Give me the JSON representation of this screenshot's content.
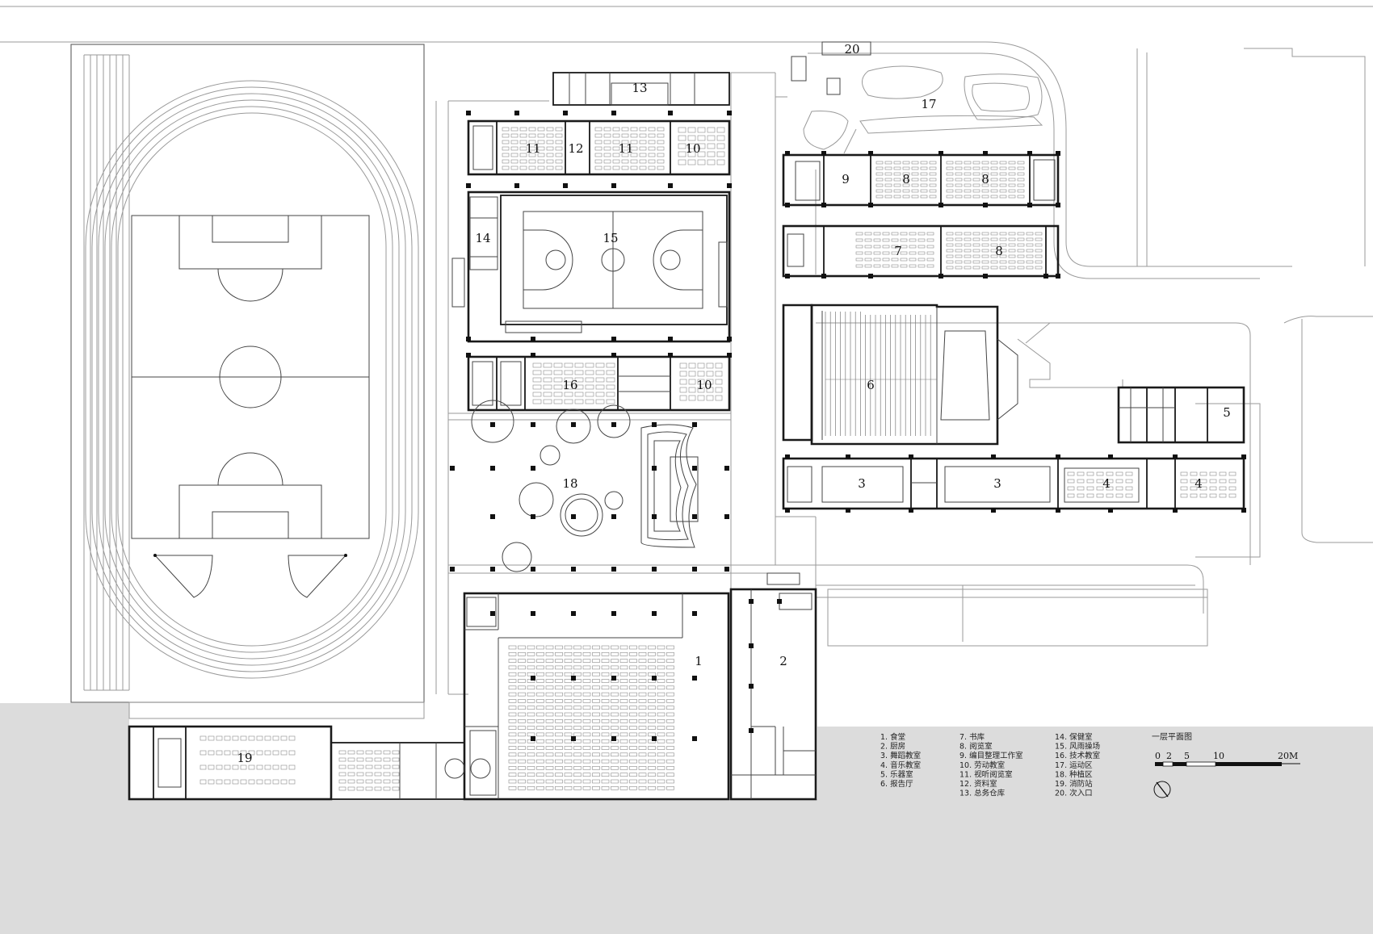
{
  "plan": {
    "rooms": [
      {
        "id": "1",
        "name": "canteen"
      },
      {
        "id": "2",
        "name": "kitchen"
      },
      {
        "id": "3",
        "name": "dance-classroom-a"
      },
      {
        "id": "3",
        "name": "dance-classroom-b"
      },
      {
        "id": "4",
        "name": "music-classroom-a"
      },
      {
        "id": "4",
        "name": "music-classroom-b"
      },
      {
        "id": "5",
        "name": "instrument-room"
      },
      {
        "id": "6",
        "name": "auditorium"
      },
      {
        "id": "7",
        "name": "library-stack"
      },
      {
        "id": "8",
        "name": "reading-room-a"
      },
      {
        "id": "8",
        "name": "reading-room-b"
      },
      {
        "id": "8",
        "name": "reading-room-c"
      },
      {
        "id": "9",
        "name": "cataloguing-room"
      },
      {
        "id": "10",
        "name": "labor-classroom-a"
      },
      {
        "id": "10",
        "name": "labor-classroom-b"
      },
      {
        "id": "11",
        "name": "av-reading-room-a"
      },
      {
        "id": "11",
        "name": "av-reading-room-b"
      },
      {
        "id": "12",
        "name": "archive-room"
      },
      {
        "id": "13",
        "name": "general-warehouse"
      },
      {
        "id": "14",
        "name": "health-room"
      },
      {
        "id": "15",
        "name": "wind-rain-court"
      },
      {
        "id": "16",
        "name": "technology-classroom"
      },
      {
        "id": "17",
        "name": "sports-area"
      },
      {
        "id": "18",
        "name": "planting-area"
      },
      {
        "id": "19",
        "name": "fire-station"
      },
      {
        "id": "20",
        "name": "secondary-entrance"
      }
    ]
  },
  "legend": {
    "col1": [
      "1. 食堂",
      "2. 厨房",
      "3. 舞蹈教室",
      "4. 音乐教室",
      "5. 乐器室",
      "6. 报告厅"
    ],
    "col2": [
      "7. 书库",
      "8. 阅览室",
      "9. 编目整理工作室",
      "10. 劳动教室",
      "11. 视听阅览室",
      "12. 资料室",
      "13. 总务仓库"
    ],
    "col3": [
      "14. 保健室",
      "15. 风雨操场",
      "16. 技术教室",
      "17. 运动区",
      "18. 种植区",
      "19. 消防站",
      "20. 次入口"
    ]
  },
  "title": "一层平面图",
  "scale": {
    "ticks": [
      "0",
      "2",
      "5",
      "10",
      "20M"
    ]
  },
  "icons": {
    "north": "north-arrow-icon"
  }
}
